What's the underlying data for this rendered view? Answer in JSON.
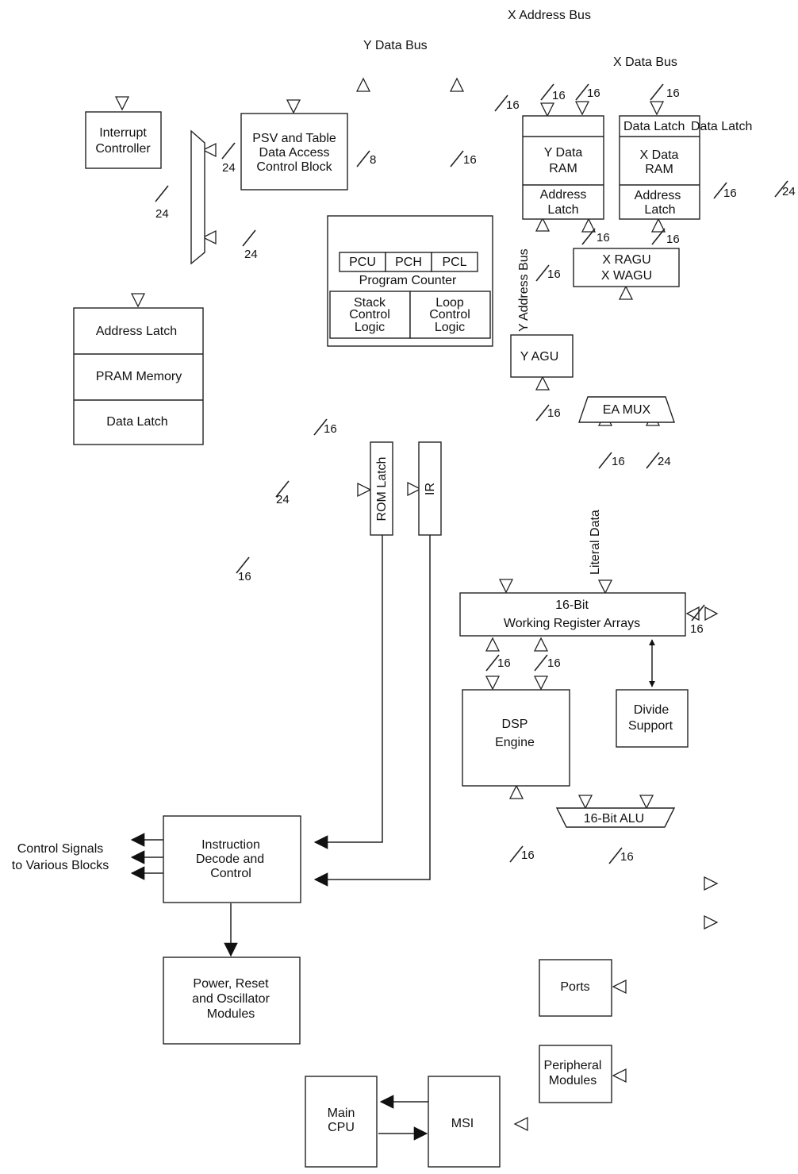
{
  "buses": {
    "x_address": "X Address Bus",
    "y_data": "Y Data Bus",
    "x_data": "X Data Bus",
    "y_address": "Y Address Bus",
    "literal_data": "Literal Data"
  },
  "blocks": {
    "interrupt_controller": [
      "Interrupt",
      "Controller"
    ],
    "psv": [
      "PSV and Table",
      "Data Access",
      "Control Block"
    ],
    "program_counter": {
      "pcu": "PCU",
      "pch": "PCH",
      "pcl": "PCL",
      "label": "Program Counter"
    },
    "stack_logic": [
      "Stack",
      "Control",
      "Logic"
    ],
    "loop_logic": [
      "Loop",
      "Control",
      "Logic"
    ],
    "y_data_ram": [
      "Y Data",
      "RAM"
    ],
    "y_address_latch": [
      "Address",
      "Latch"
    ],
    "x_data_latch": "Data Latch",
    "x_data_latch_extra": "Data Latch",
    "x_data_ram": [
      "X Data",
      "RAM"
    ],
    "x_address_latch": [
      "Address",
      "Latch"
    ],
    "x_ragu": [
      "X RAGU",
      "X WAGU"
    ],
    "pram": {
      "address_latch": "Address Latch",
      "memory": "PRAM Memory",
      "data_latch": "Data Latch"
    },
    "y_agu": "Y AGU",
    "ea_mux": "EA MUX",
    "rom_latch": "ROM Latch",
    "ir": "IR",
    "working_registers": [
      "16-Bit",
      "Working Register Arrays"
    ],
    "dsp_engine": [
      "DSP",
      "Engine"
    ],
    "divide_support": [
      "Divide",
      "Support"
    ],
    "alu": "16-Bit ALU",
    "instruction_decode": [
      "Instruction",
      "Decode and",
      "Control"
    ],
    "control_signals": [
      "Control Signals",
      "to Various Blocks"
    ],
    "power_reset": [
      "Power, Reset",
      "and Oscillator",
      "Modules"
    ],
    "ports": "Ports",
    "peripheral_modules": [
      "Peripheral",
      "Modules"
    ],
    "main_cpu": [
      "Main",
      "CPU"
    ],
    "msi": "MSI"
  },
  "widths": {
    "y_bus_ram": "16",
    "x_bus_ram": "16",
    "x_bus_latch": "16",
    "y_bus_left": "16",
    "mux_psv": "24",
    "mux_out": "24",
    "pc_mux": "24",
    "pc_8": "8",
    "pc_16": "16",
    "x_addr_right": "24",
    "x_data_right": "16",
    "xragu_a": "16",
    "xragu_b": "16",
    "y_addr": "16",
    "yagu_in": "16",
    "rom_in": "24",
    "rom_up": "16",
    "wreg_left": "16",
    "ea_16": "16",
    "ea_24": "24",
    "wreg_right": "16",
    "dsp_a": "16",
    "dsp_b": "16",
    "dsp_out": "16",
    "alu_out": "16"
  }
}
